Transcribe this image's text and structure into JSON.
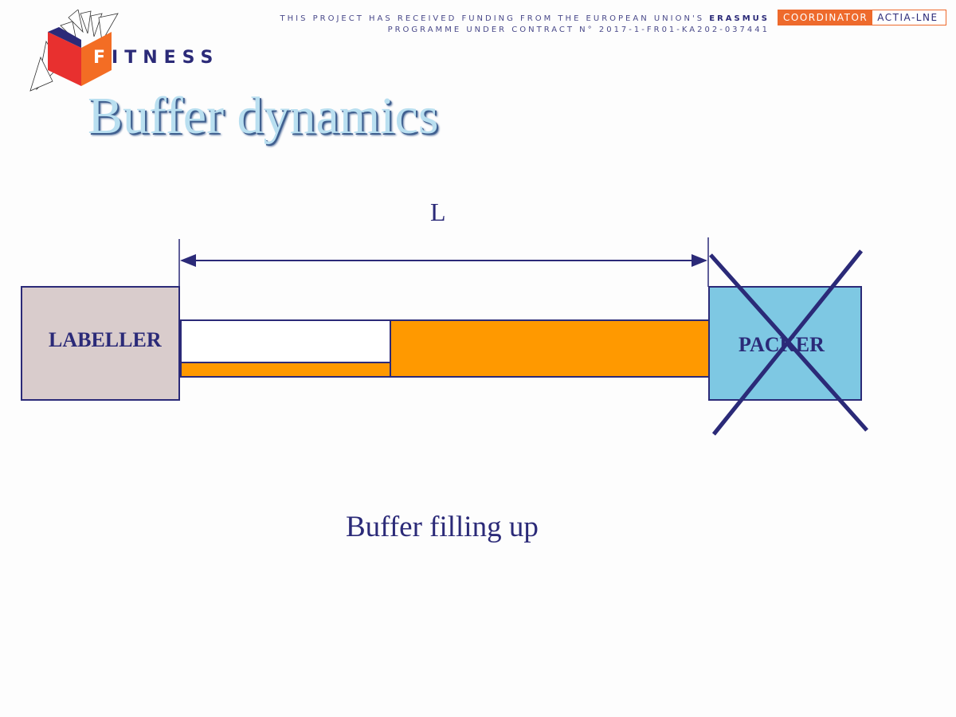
{
  "header": {
    "funding_line1_prefix": "THIS PROJECT HAS RECEIVED FUNDING FROM THE EUROPEAN UNION'S",
    "funding_line1_bold": "ERASMUS",
    "funding_line2": "PROGRAMME UNDER CONTRACT N° 2017-1-FR01-KA202-037441",
    "badge_left": "COORDINATOR",
    "badge_right": "ACTIA-LNE"
  },
  "logo": {
    "first_letter": "F",
    "rest": "ITNESS"
  },
  "slide": {
    "title": "Buffer dynamics",
    "caption": "Buffer filling up"
  },
  "diagram": {
    "length_label": "L",
    "labeller_label": "LABELLER",
    "packer_label": "PACKER",
    "packer_crossed_out": true
  },
  "colors": {
    "navy": "#2b2a78",
    "orange": "#ff9900",
    "labeller_fill": "#d9cccc",
    "packer_fill": "#7ec8e3",
    "badge_orange": "#ee6a2c"
  }
}
